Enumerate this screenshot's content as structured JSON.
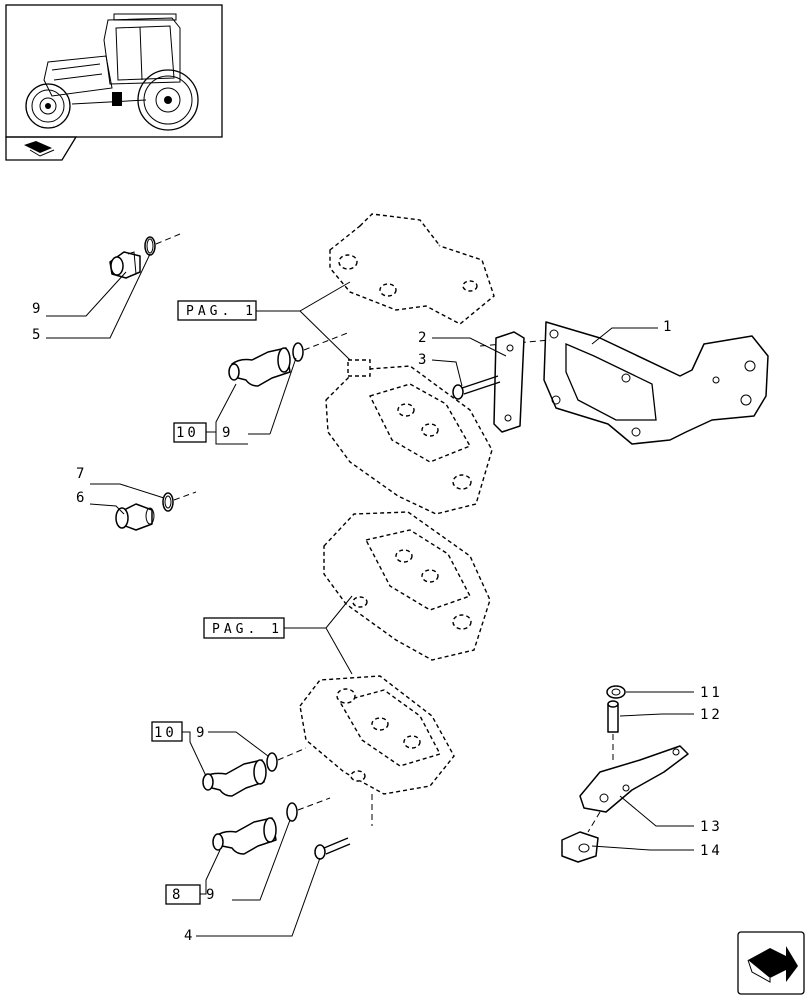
{
  "references": {
    "pag_top": "PAG. 1",
    "pag_bottom": "PAG. 1"
  },
  "callouts": {
    "c1": "1",
    "c2": "2",
    "c3": "3",
    "c4": "4",
    "c5": "5",
    "c6": "6",
    "c7": "7",
    "c9a": "9",
    "c9b": "9",
    "c9c": "9",
    "c9d": "9",
    "c10a": "10",
    "c10b": "10",
    "c8": "8",
    "c11": "11",
    "c12": "12",
    "c13": "13",
    "c14": "14"
  },
  "icons": {
    "thumbnail": "tractor-thumbnail",
    "book": "book-icon",
    "next": "next-page-arrow-icon"
  }
}
